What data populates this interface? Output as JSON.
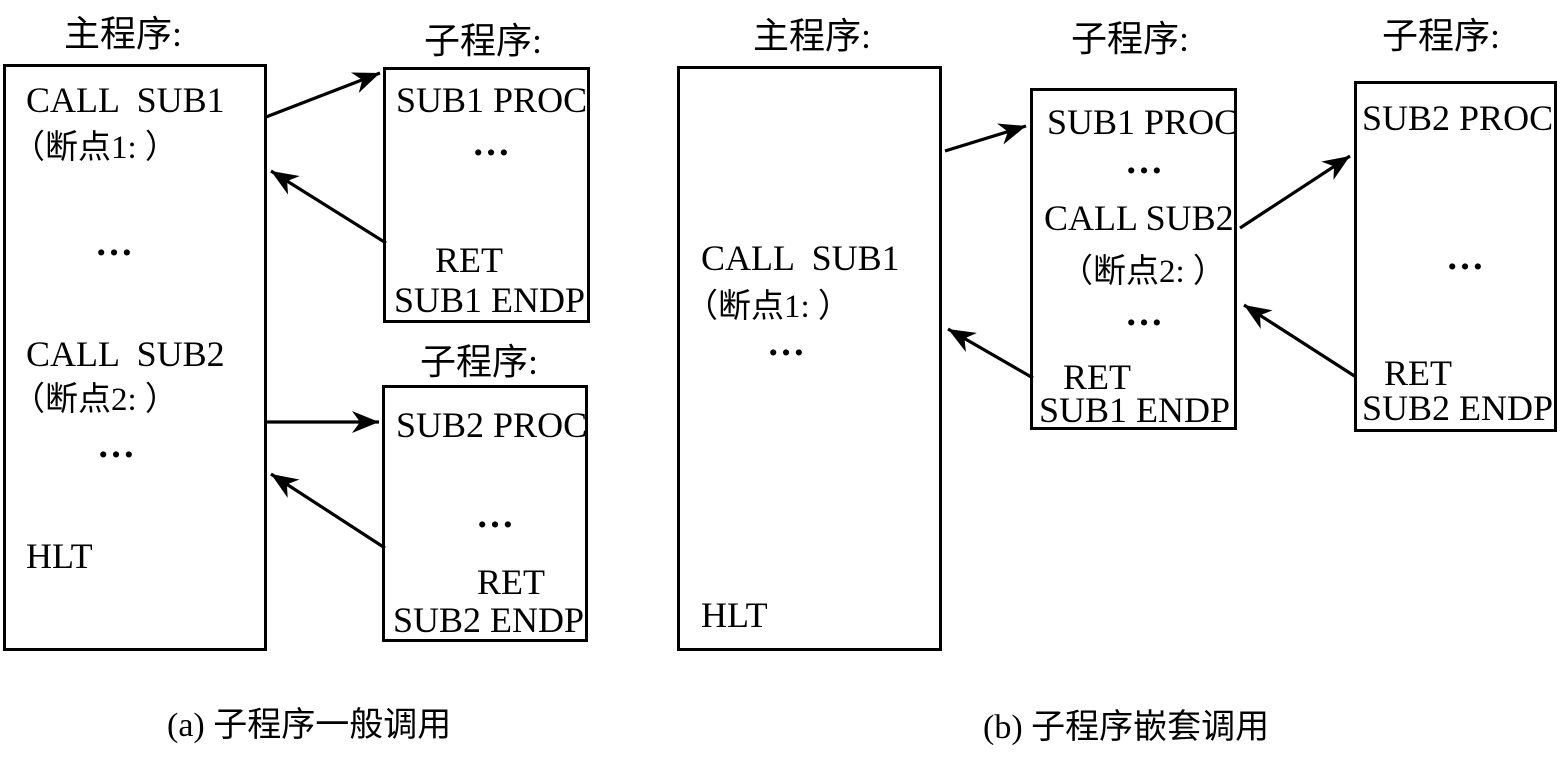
{
  "colors": {
    "ink": "#000000",
    "background": "#ffffff"
  },
  "a": {
    "main_label": "主程序:",
    "sub1_label": "子程序:",
    "sub2_label": "子程序:",
    "main": [
      "CALL  SUB1",
      "（断点1: ）",
      "…",
      "CALL  SUB2",
      "（断点2: ）",
      "…",
      "HLT"
    ],
    "sub1": [
      "SUB1 PROC",
      "…",
      "RET",
      "SUB1 ENDP"
    ],
    "sub2": [
      "SUB2 PROC",
      "…",
      "RET",
      "SUB2 ENDP"
    ],
    "caption": "(a) 子程序一般调用"
  },
  "b": {
    "main_label": "主程序:",
    "sub1_label": "子程序:",
    "sub2_label": "子程序:",
    "main": [
      "CALL  SUB1",
      "（断点1: ）",
      "…",
      "HLT"
    ],
    "sub1": [
      "SUB1 PROC",
      "…",
      "CALL SUB2",
      "（断点2: ）",
      "…",
      "RET",
      "SUB1 ENDP"
    ],
    "sub2": [
      "SUB2 PROC",
      "…",
      "RET",
      "SUB2 ENDP"
    ],
    "caption": "(b) 子程序嵌套调用"
  }
}
